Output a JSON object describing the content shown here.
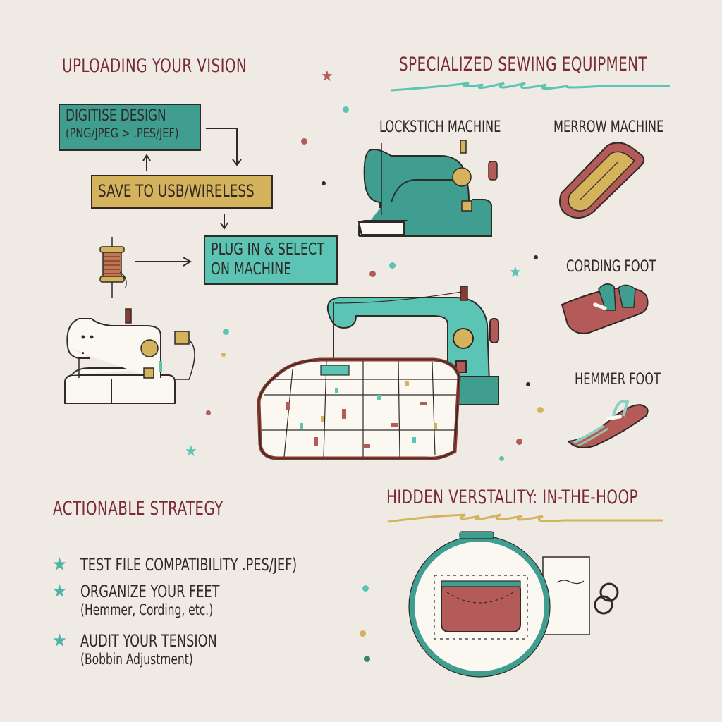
{
  "sections": {
    "upload": {
      "title": "UPLOADING YOUR VISION",
      "steps": [
        {
          "line1": "DIGITISE DESIGN",
          "line2": "(PNG/JPEG > .PES/JEF)"
        },
        {
          "line1": "SAVE TO USB/WIRELESS"
        },
        {
          "line1": "PLUG IN & SELECT",
          "line2": "ON MACHINE"
        }
      ]
    },
    "equipment": {
      "title": "SPECIALIZED SEWING EQUIPMENT",
      "items": [
        {
          "label": "LOCKSTICH MACHINE",
          "icon": "lockstitch-machine-icon"
        },
        {
          "label": "MERROW MACHINE",
          "icon": "merrow-machine-icon"
        },
        {
          "label": "CORDING FOOT",
          "icon": "cording-foot-icon"
        },
        {
          "label": "HEMMER FOOT",
          "icon": "hemmer-foot-icon"
        }
      ]
    },
    "strategy": {
      "title": "ACTIONABLE STRATEGY",
      "items": [
        {
          "main": "TEST FILE COMPATIBILITY .PES/JEF)",
          "sub": ""
        },
        {
          "main": "ORGANIZE YOUR FEET",
          "sub": "(Hemmer, Cording, etc.)"
        },
        {
          "main": "AUDIT YOUR TENSION",
          "sub": "(Bobbin Adjustment)"
        }
      ]
    },
    "hoop": {
      "title": "HIDDEN VERSTALITY: IN-THE-HOOP"
    }
  },
  "colors": {
    "background": "#efebe4",
    "heading": "#7a2a33",
    "teal": "#3f9e90",
    "mint": "#5cc4b4",
    "gold": "#d5b35c",
    "brick": "#b45a58",
    "ink": "#2f2a27"
  },
  "glyphs": {
    "star": "★"
  }
}
